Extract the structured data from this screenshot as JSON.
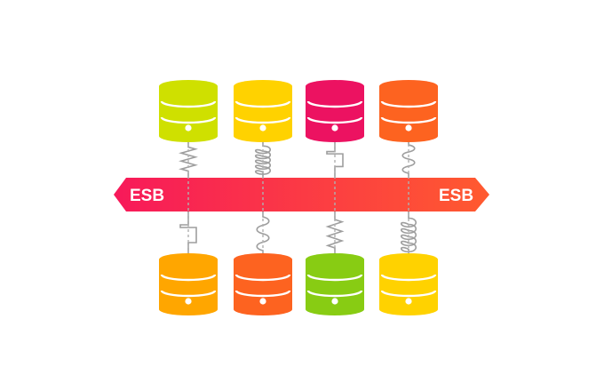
{
  "bus": {
    "label_left": "ESB",
    "label_right": "ESB",
    "gradient_start": "#f7195a",
    "gradient_end": "#ff5a2f"
  },
  "colors": {
    "wire": "#9e9e9e",
    "dash": "#b0b0b0"
  },
  "databases": {
    "top": [
      {
        "name": "db-top-1",
        "color": "#cfe000",
        "connector": "zigzag"
      },
      {
        "name": "db-top-2",
        "color": "#ffd200",
        "connector": "coil"
      },
      {
        "name": "db-top-3",
        "color": "#ec1261",
        "connector": "square-pulse"
      },
      {
        "name": "db-top-4",
        "color": "#fd6320",
        "connector": "wave"
      }
    ],
    "bottom": [
      {
        "name": "db-bottom-1",
        "color": "#ffa600",
        "connector": "square-pulse"
      },
      {
        "name": "db-bottom-2",
        "color": "#fd6320",
        "connector": "wave"
      },
      {
        "name": "db-bottom-3",
        "color": "#88cc13",
        "connector": "zigzag"
      },
      {
        "name": "db-bottom-4",
        "color": "#ffd200",
        "connector": "coil"
      }
    ]
  }
}
